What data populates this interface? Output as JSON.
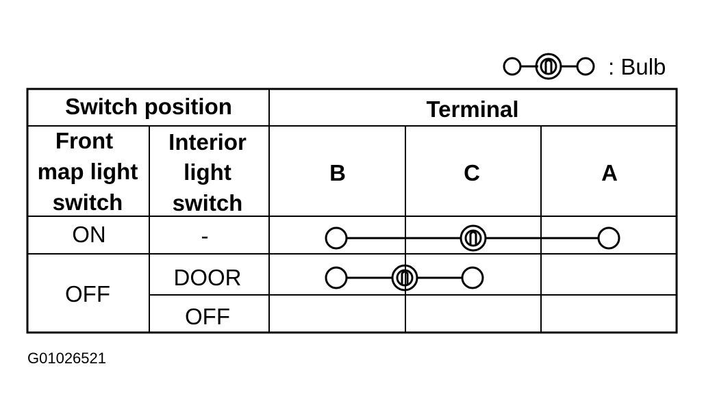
{
  "legend": {
    "label": ": Bulb",
    "symbol": "bulb-symbol"
  },
  "table": {
    "header_switch_position": "Switch position",
    "header_terminal": "Terminal",
    "col_front_map": [
      "Front",
      "map light",
      "switch"
    ],
    "col_interior": [
      "Interior",
      "light",
      "switch"
    ],
    "terminals": [
      "B",
      "C",
      "A"
    ],
    "rows": [
      {
        "front": "ON",
        "interior": "-",
        "connection": [
          "B",
          "bulb",
          "A"
        ]
      },
      {
        "front": "OFF",
        "interior": "DOOR",
        "connection": [
          "B",
          "bulb",
          "C"
        ]
      },
      {
        "front": "OFF",
        "interior": "OFF",
        "connection": []
      }
    ]
  },
  "figure_code": "G01026521"
}
